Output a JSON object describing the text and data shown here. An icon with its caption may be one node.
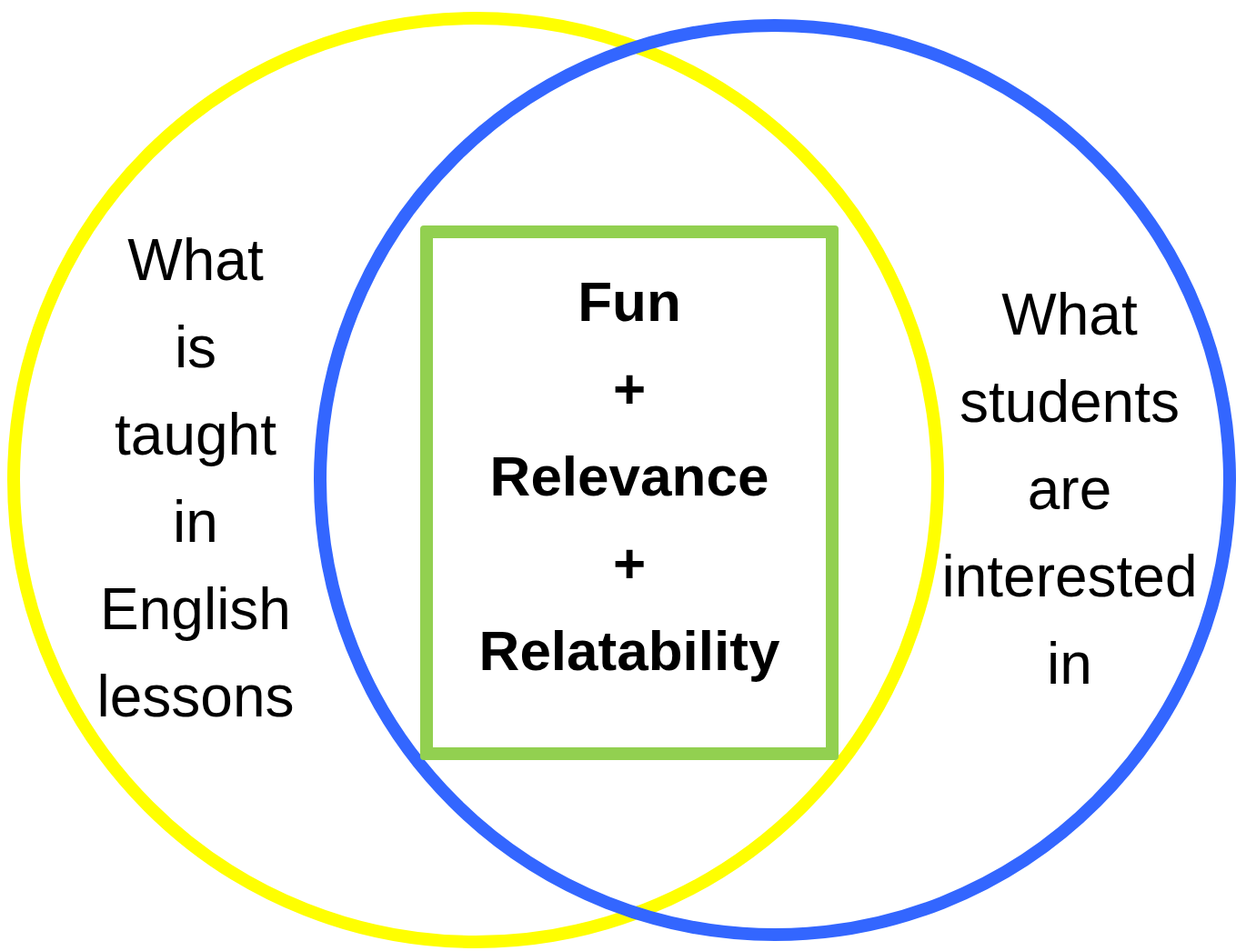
{
  "diagram": {
    "nodes": [
      {
        "text": [
          "What is taught in English lessons"
        ]
      },
      {
        "text": [
          "What students are interested in"
        ]
      },
      {
        "text": [
          "Fun + Relevance + Relatability"
        ]
      }
    ]
  }
}
